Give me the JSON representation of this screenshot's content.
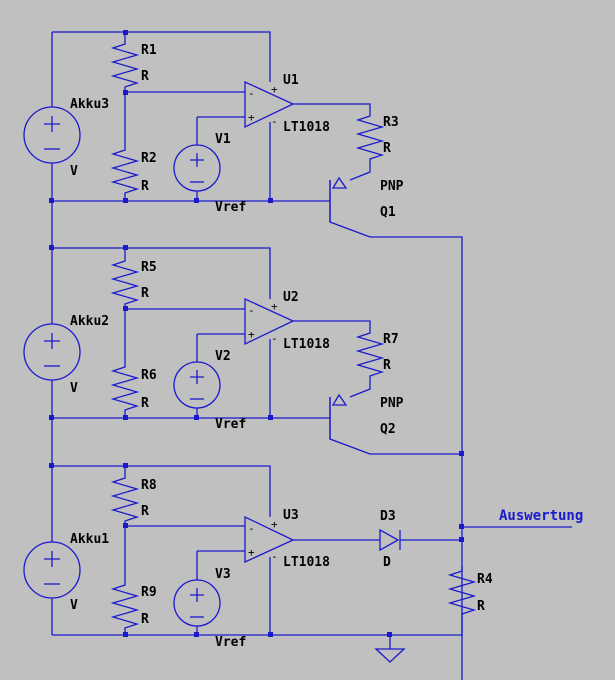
{
  "labels": {
    "r1": "R1",
    "r1_val": "R",
    "r2": "R2",
    "r2_val": "R",
    "r3": "R3",
    "r3_val": "R",
    "r4": "R4",
    "r4_val": "R",
    "r5": "R5",
    "r5_val": "R",
    "r6": "R6",
    "r6_val": "R",
    "r7": "R7",
    "r7_val": "R",
    "r8": "R8",
    "r8_val": "R",
    "r9": "R9",
    "r9_val": "R",
    "u1": "U1",
    "u1_type": "LT1018",
    "u2": "U2",
    "u2_type": "LT1018",
    "u3": "U3",
    "u3_type": "LT1018",
    "v1": "V1",
    "v2": "V2",
    "v3": "V3",
    "akku3": "Akku3",
    "akku3_val": "V",
    "akku2": "Akku2",
    "akku2_val": "V",
    "akku1": "Akku1",
    "akku1_val": "V",
    "q1": "Q1",
    "q1_type": "PNP",
    "q2": "Q2",
    "q2_type": "PNP",
    "d3": "D3",
    "d3_val": "D",
    "vref1": "Vref",
    "vref2": "Vref",
    "vref3": "Vref",
    "auswertung": "Auswertung",
    "plus": "+",
    "minus": "-"
  },
  "colors": {
    "background": "#c0c0c0",
    "wire": "#1a1acc",
    "text": "#000000",
    "net_label": "#1a1acc"
  }
}
